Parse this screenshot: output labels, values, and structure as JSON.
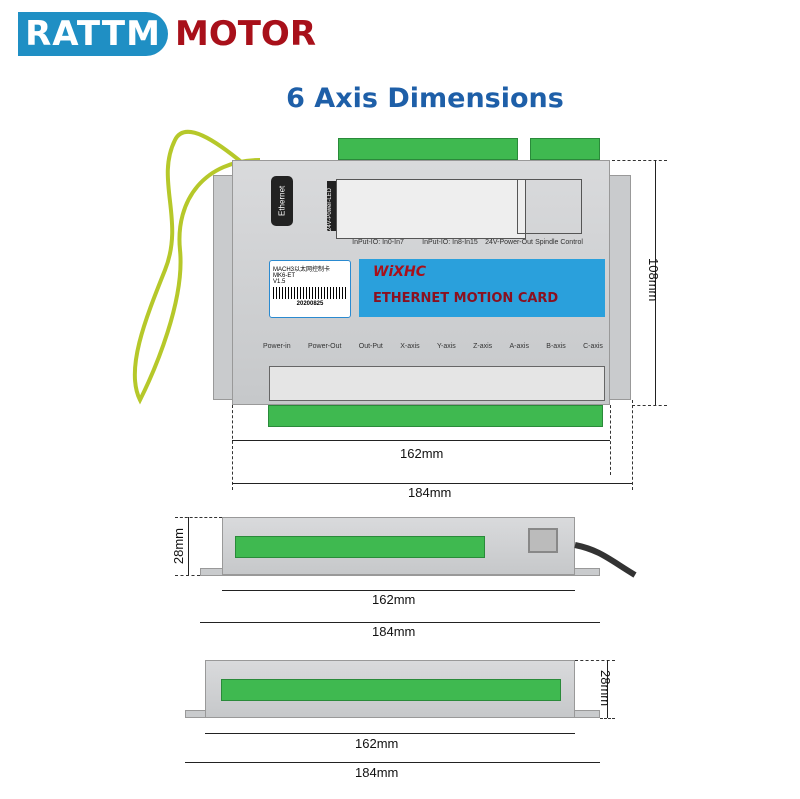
{
  "brand": {
    "left": "RATTM",
    "right": "MOTOR"
  },
  "title": "6 Axis Dimensions",
  "card": {
    "ethernet": "Ethernet",
    "power_led": "24V-Power-LED",
    "product_name": "MACH3以太网控制卡",
    "model": "MK6-ET",
    "version": "V1.5",
    "serial": "20200825",
    "logo": "WiXHC",
    "name": "ETHERNET MOTION CARD",
    "top_groups": [
      "InPut-IO: In0-In7",
      "InPut-IO: In8-In15",
      "24V-Power-Out",
      "Spindle Control"
    ],
    "bottom_groups": [
      "Power-in",
      "Power-Out",
      "Out-Put",
      "X-axis",
      "Y-axis",
      "Z-axis",
      "A-axis",
      "B-axis",
      "C-axis"
    ]
  },
  "dimensions": {
    "top_width_inner": "162mm",
    "top_width_outer": "184mm",
    "top_height": "108mm",
    "side1_height": "28mm",
    "side1_inner": "162mm",
    "side1_outer": "184mm",
    "side2_height": "28mm",
    "side2_inner": "162mm",
    "side2_outer": "184mm"
  },
  "colors": {
    "brand_blue": "#1f8fc4",
    "brand_red": "#a8101a",
    "title": "#1e5fa8",
    "terminal": "#3fb950"
  }
}
